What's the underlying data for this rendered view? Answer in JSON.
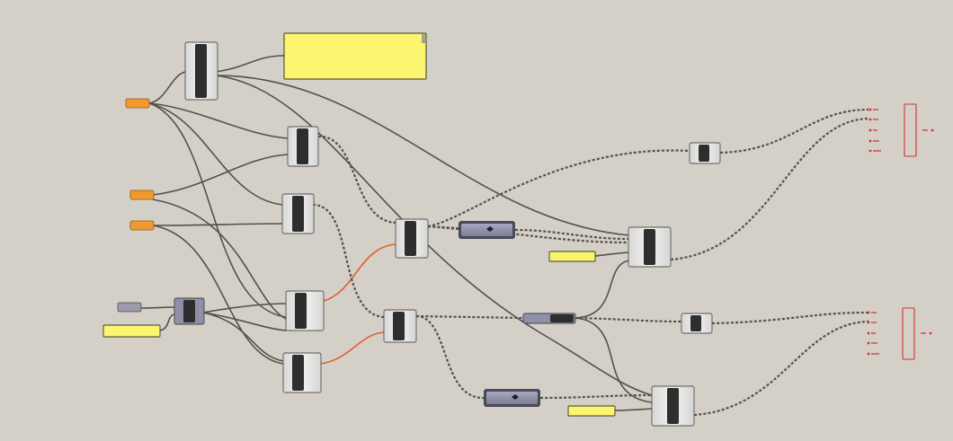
{
  "canvas": {
    "background": "#d4d0c8",
    "wire_color": "#555049",
    "active_wire_color": "#e06030"
  },
  "colors": {
    "component_fill": "#e8e8e6",
    "component_core": "#2e2e2e",
    "number_input": "#f29a2e",
    "panel_fill": "#fbf570",
    "slider_fill": "#8f8fa8",
    "output_border": "#cc3333",
    "output_port": "#dd3030"
  },
  "icons": {
    "swap": "swap-arrow-icon",
    "port": "port-dot-icon"
  },
  "number_inputs_count": 3,
  "panels_count": 5,
  "components_count": 13,
  "output_groups_count": 2
}
